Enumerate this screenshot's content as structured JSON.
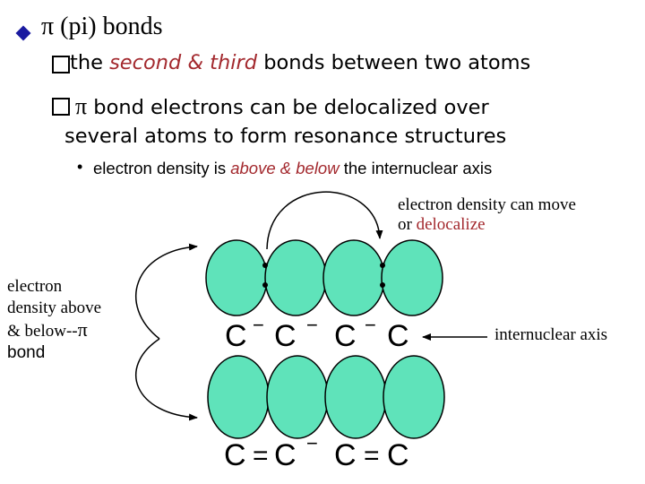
{
  "title": {
    "bullet_icon": "diamond-bullet-icon",
    "pi": "π",
    "text": " (pi) bonds"
  },
  "sub1": {
    "prefix": "the ",
    "highlight": "second & third",
    "suffix": " bonds between two atoms"
  },
  "sub2": {
    "pi": "π",
    "line1": " bond electrons can be delocalized over",
    "line2": "several atoms to form resonance structures"
  },
  "sub3": {
    "prefix": "electron density is ",
    "highlight": "above & below",
    "suffix": "  the internuclear axis"
  },
  "labels": {
    "top_right_line1": "electron density can move",
    "top_right_line2_prefix": "or ",
    "top_right_line2_highlight": "delocalize",
    "left_line1": "electron",
    "left_line2": "density above",
    "left_line3_prefix": "& below--",
    "left_line3_pi": "π",
    "left_line4": "bond",
    "axis": "internuclear axis"
  },
  "chain_single": {
    "atoms": [
      "C",
      "C",
      "C",
      "C"
    ],
    "bonds": [
      "−",
      "−",
      "−"
    ]
  },
  "chain_resonance": {
    "atoms": [
      "C",
      "C",
      "C",
      "C"
    ],
    "bonds": [
      "=",
      "−",
      "="
    ]
  },
  "colors": {
    "lobe_fill": "#5fe3ba",
    "accent_red": "#a3292e",
    "text": "#000000"
  }
}
